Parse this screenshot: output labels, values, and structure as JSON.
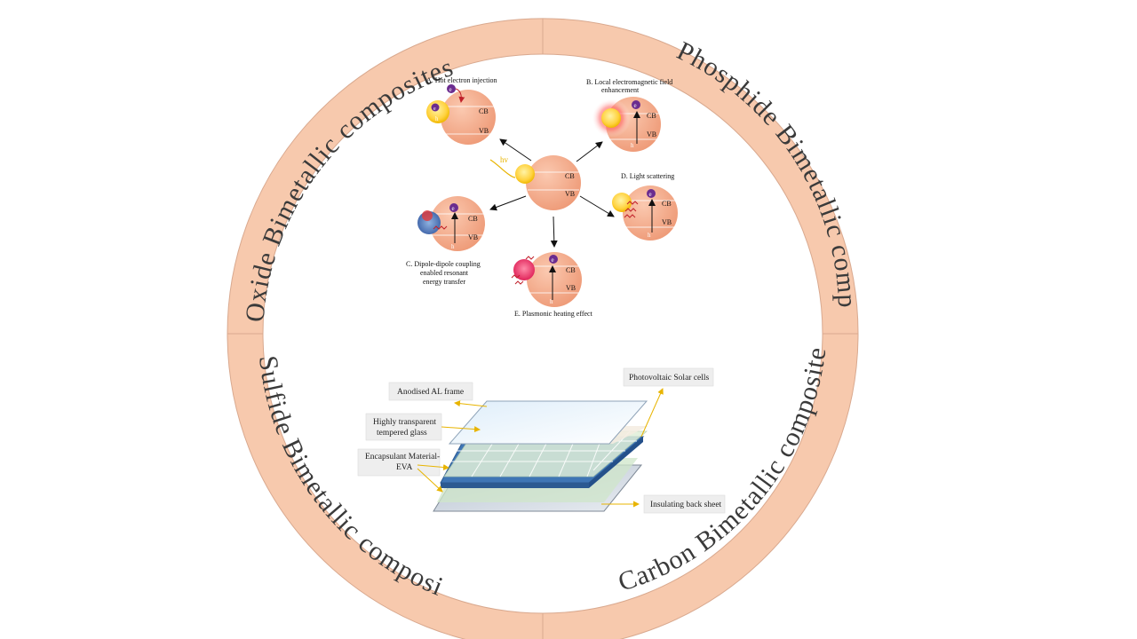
{
  "ring": {
    "segments": [
      {
        "label": "Oxide Bimetallic composites"
      },
      {
        "label": "Phosphide Bimetallic composites"
      },
      {
        "label": "Carbon Bimetallic composites"
      },
      {
        "label": "Sulfide Bimetallic composites"
      }
    ]
  },
  "center": {
    "cb": "CB",
    "vb": "VB",
    "light": "hv"
  },
  "mechanisms": [
    {
      "id": "A",
      "label": "A. Hot electron injection",
      "cb": "CB",
      "vb": "VB",
      "e": "e",
      "h": "h"
    },
    {
      "id": "B",
      "label1": "B. Local electromagnetic field",
      "label2": "enhancement",
      "cb": "CB",
      "vb": "VB",
      "e": "e",
      "h": "h"
    },
    {
      "id": "C",
      "label1": "C. Dipole-dipole coupling",
      "label2": "enabled resonant",
      "label3": "energy transfer",
      "cb": "CB",
      "vb": "VB",
      "e": "e",
      "h": "h"
    },
    {
      "id": "D",
      "label": "D. Light scattering",
      "cb": "CB",
      "vb": "VB",
      "e": "e",
      "h": "h"
    },
    {
      "id": "E",
      "label": "E. Plasmonic heating effect",
      "cb": "CB",
      "vb": "VB",
      "e": "e",
      "h": "h"
    }
  ],
  "solar_panel": {
    "frame": "Anodised AL frame",
    "glass1": "Highly transparent",
    "glass2": "tempered glass",
    "eva1": "Encapsulant Material-",
    "eva2": "EVA",
    "cells": "Photovoltaic Solar cells",
    "back": "Insulating back sheet"
  },
  "colors": {
    "ring": "#f7c9ad",
    "ring_stroke": "#d9a98f",
    "sphere": "#f4a584",
    "gold": "#ffd23f",
    "electron": "#6b2c8f",
    "arrow_yellow": "#e8b400",
    "cell_blue": "#3f76b5"
  }
}
